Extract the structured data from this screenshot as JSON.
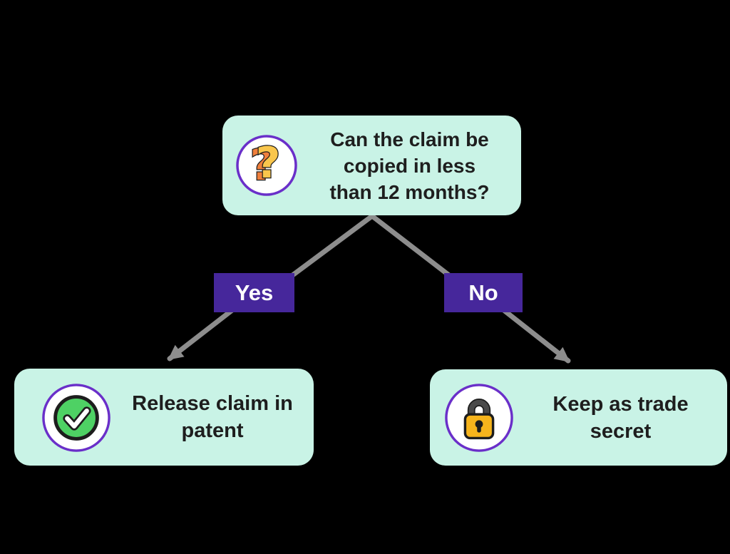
{
  "flowchart": {
    "question_node": {
      "icon": "question-mark-icon",
      "lines": [
        "Can the claim be",
        "copied in less",
        "than 12 months?"
      ]
    },
    "branches": [
      {
        "label": "Yes",
        "result_icon": "check-icon",
        "result_lines": [
          "Release claim in",
          "patent"
        ]
      },
      {
        "label": "No",
        "result_icon": "lock-icon",
        "result_lines": [
          "Keep as trade",
          "secret"
        ]
      }
    ],
    "colors": {
      "node_bg": "#c9f3e6",
      "label_bg": "#46279b",
      "label_text": "#ffffff",
      "arrow": "#8d8d8d",
      "icon_ring": "#6a2fc9",
      "text": "#1e1e1e",
      "check_green": "#4ed164",
      "lock_gold": "#f6b41c",
      "question_gold": "#f9c64c",
      "question_orange": "#ef7f3c"
    }
  }
}
